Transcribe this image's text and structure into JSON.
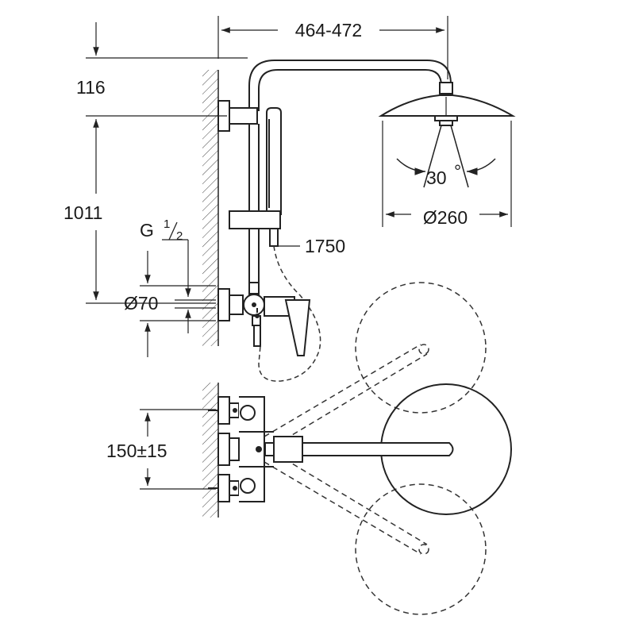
{
  "labels": {
    "width": "464-472",
    "top_height": "116",
    "rail_height": "1011",
    "thread": "G",
    "thread_num": "1",
    "thread_den": "2",
    "hose": "1750",
    "spray_angle": "30",
    "degree": "°",
    "head_diameter": "Ø260",
    "flange_diameter": "Ø70",
    "spacing": "150±15"
  }
}
